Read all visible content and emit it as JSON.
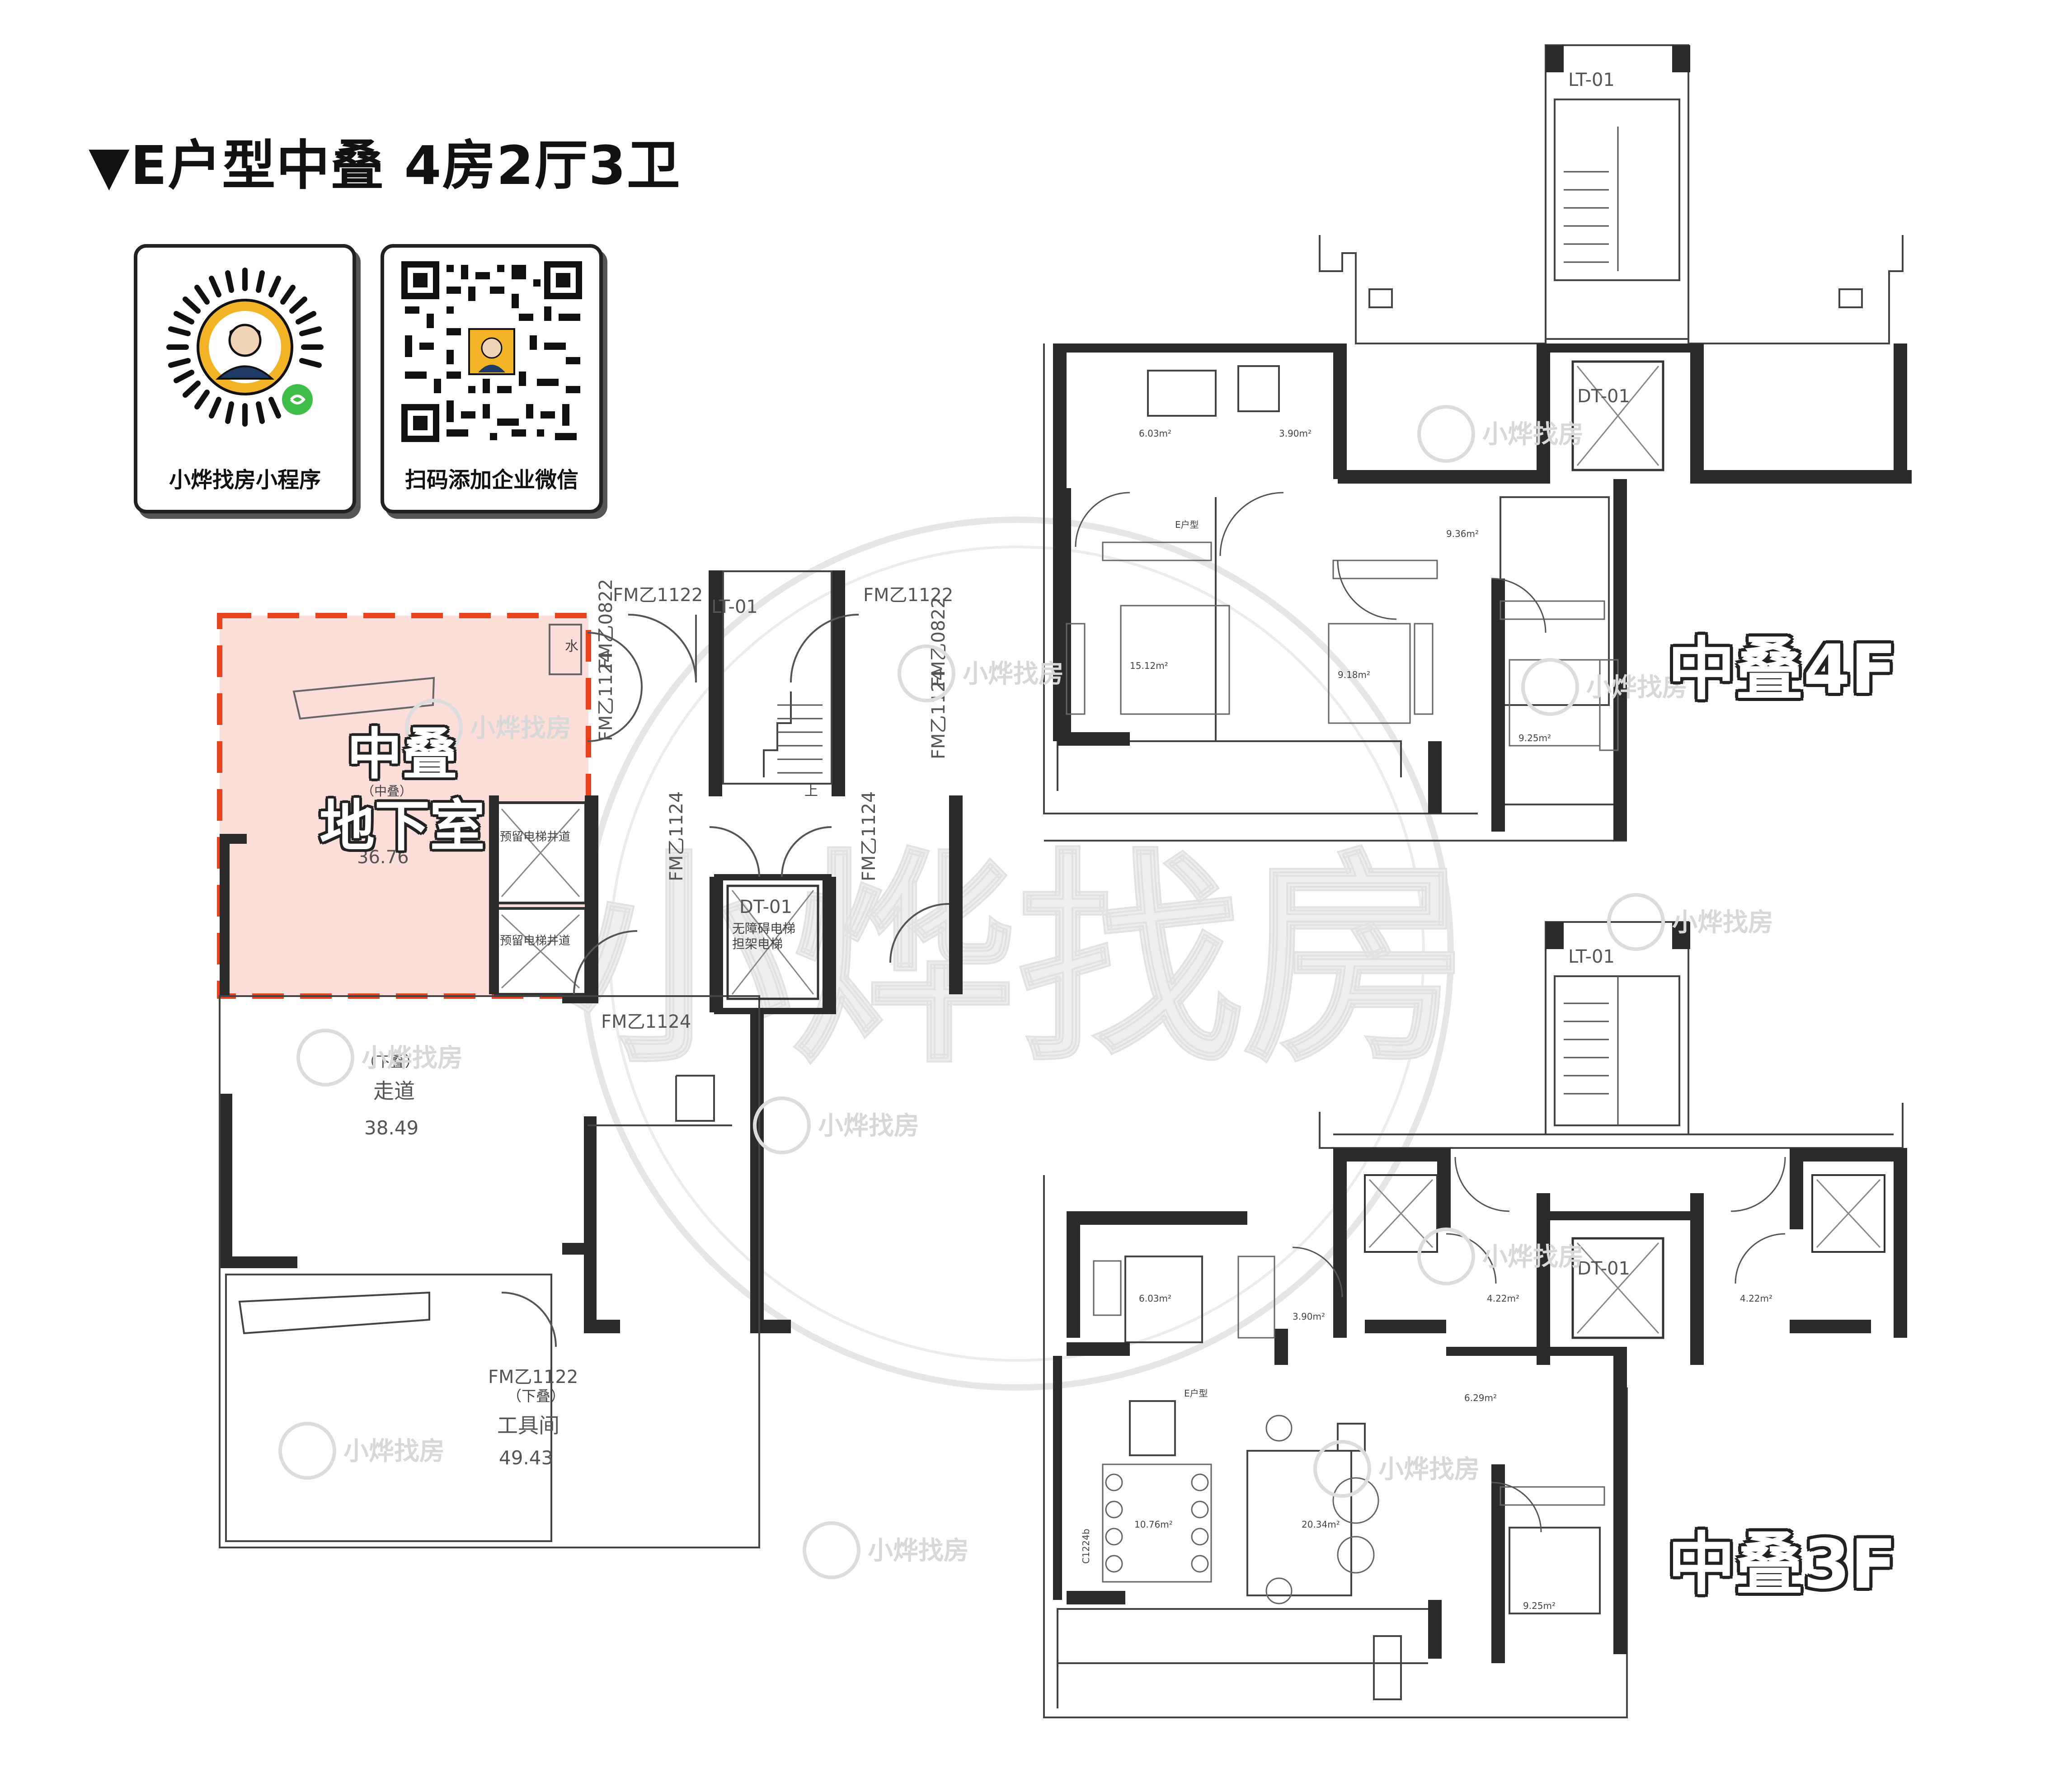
{
  "header": {
    "title": "▼E户型中叠 4房2厅3卫"
  },
  "qr_cards": [
    {
      "label": "小烨找房小程序"
    },
    {
      "label": "扫码添加企业微信"
    }
  ],
  "labels": {
    "floor_4f": "中叠4F",
    "floor_3f": "中叠3F",
    "basement_line1": "中叠",
    "basement_line2": "地下室"
  },
  "watermark": {
    "brand": "小烨找房"
  },
  "basement": {
    "doors": {
      "top_left": "FM乙1122",
      "top_right": "FM乙1122",
      "vert_1": "FM乙1124",
      "vert_2": "FM乙0822",
      "vert_3": "FM乙1124",
      "vert_4": "FM乙0822",
      "mid_left": "FM乙1124",
      "mid_right": "FM乙1124",
      "bottom_mid": "FM乙1124",
      "bottom": "FM乙1122"
    },
    "stair_tag": "LT-01",
    "elevator_tag": "DT-01",
    "elevator_desc1": "无障碍电梯",
    "elevator_desc2": "担架电梯",
    "shaft_1": "预留电梯井道",
    "shaft_2": "预留电梯井道",
    "water": "水",
    "up": "上",
    "corridor_tag": "（下叠）",
    "corridor_name": "走道",
    "corridor_area": "38.49",
    "tool_tag": "（下叠）",
    "tool_name": "工具间",
    "tool_area": "49.43",
    "basement_tag": "（中叠）",
    "basement_area": "36.76"
  },
  "floor4": {
    "stair_tag": "LT-01",
    "elevator_tag": "DT-01",
    "unit_tag": "E户型",
    "areas": {
      "bath1": "6.03m²",
      "bath2": "3.90m²",
      "hall": "9.36m²",
      "master": "15.12m²",
      "bed2": "9.18m²",
      "bed3": "9.25m²"
    }
  },
  "floor3": {
    "stair_tag": "LT-01",
    "elevator_tag": "DT-01",
    "unit_tag": "E户型",
    "window_tag": "C1224b",
    "areas": {
      "kitchen": "6.03m²",
      "bath": "3.90m²",
      "lobby_left": "4.22m²",
      "lobby_right": "4.22m²",
      "hall": "6.29m²",
      "dining": "10.76m²",
      "living": "20.34m²",
      "bed": "9.25m²"
    }
  },
  "colors": {
    "wall": "#2b2b2b",
    "highlight_fill": "#fbded7",
    "highlight_border": "#e8431f",
    "line": "#333333",
    "watermark": "#d6d6d6"
  }
}
